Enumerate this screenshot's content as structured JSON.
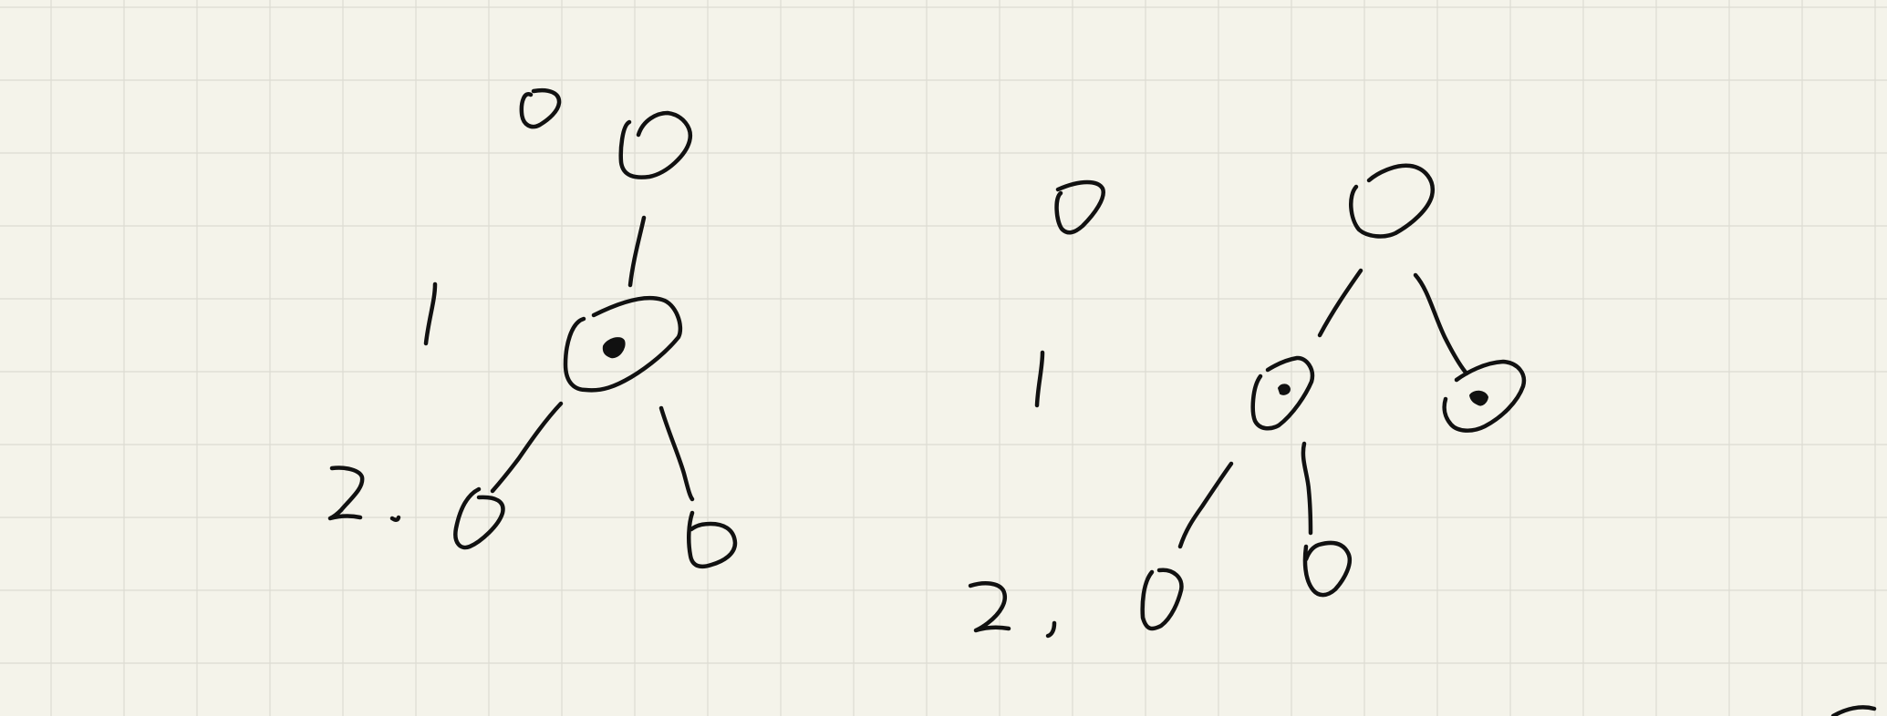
{
  "colors": {
    "paper": "#f4f3ea",
    "grid": "#dcdcd2",
    "ink": "#111111"
  },
  "diagrams": [
    {
      "kind": "tree",
      "level_labels": [
        "0",
        "1",
        "2."
      ],
      "nodes": [
        {
          "level": 0,
          "marked": false
        },
        {
          "level": 1,
          "marked": true
        },
        {
          "level": 2,
          "marked": false
        },
        {
          "level": 2,
          "marked": false
        }
      ]
    },
    {
      "kind": "tree",
      "level_labels": [
        "0",
        "1",
        "2,"
      ],
      "nodes": [
        {
          "level": 0,
          "marked": false
        },
        {
          "level": 1,
          "marked": false
        },
        {
          "level": 1,
          "marked": true
        },
        {
          "level": 2,
          "marked": false
        },
        {
          "level": 2,
          "marked": false
        }
      ]
    }
  ]
}
